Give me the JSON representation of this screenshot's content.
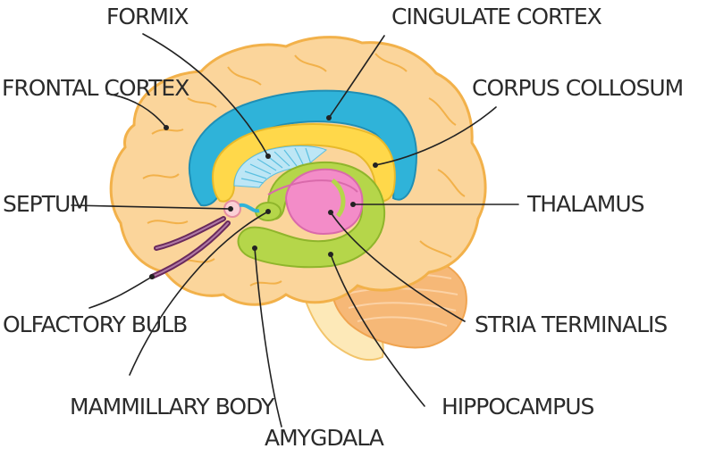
{
  "labels": {
    "formix": "FORMIX",
    "cingulate_cortex": "CINGULATE CORTEX",
    "frontal_cortex": "FRONTAL CORTEX",
    "corpus_collosum": "CORPUS COLLOSUM",
    "septum": "SEPTUM",
    "thalamus": "THALAMUS",
    "olfactory_bulb": "OLFACTORY BULB",
    "stria_terminalis": "STRIA TERMINALIS",
    "mammillary_body": "MAMMILLARY BODY",
    "hippocampus": "HIPPOCAMPUS",
    "amygdala": "AMYGDALA"
  },
  "colors": {
    "cortex_fill": "#fbd59b",
    "cortex_outline": "#f2b14a",
    "cerebellum": "#f6b877",
    "brainstem": "#fde9b8",
    "cingulate": "#2fb3d9",
    "corpus_callosum": "#ffd84a",
    "fornix_stripes": "#8fd6ee",
    "limbic_green": "#b5d64a",
    "thalamus_pink": "#f38cc8",
    "olfactory": "#6a2a5c",
    "text": "#2b2b2b"
  }
}
